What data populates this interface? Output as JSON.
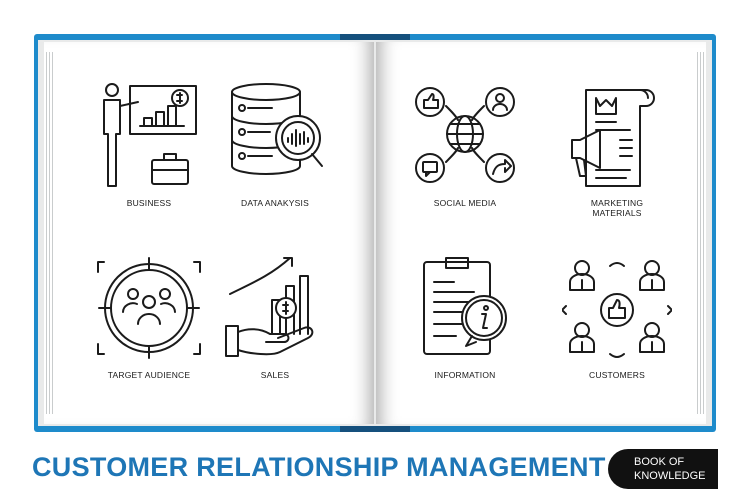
{
  "book": {
    "left_page": [
      {
        "label": "BUSINESS",
        "icon": "business-presentation-icon"
      },
      {
        "label": "DATA ANAKYSIS",
        "icon": "data-analysis-icon"
      },
      {
        "label": "TARGET AUDIENCE",
        "icon": "target-audience-icon"
      },
      {
        "label": "SALES",
        "icon": "sales-icon"
      }
    ],
    "right_page": [
      {
        "label": "SOCIAL MEDIA",
        "icon": "social-media-icon"
      },
      {
        "label": "MARKETING\nMATERIALS",
        "icon": "marketing-materials-icon"
      },
      {
        "label": "INFORMATION",
        "icon": "information-icon"
      },
      {
        "label": "CUSTOMERS",
        "icon": "customers-icon"
      }
    ]
  },
  "footer": {
    "title": "CUSTOMER RELATIONSHIP MANAGEMENT",
    "badge": "BOOK OF\nKNOWLEDGE"
  },
  "colors": {
    "cover": "#1e8bcb",
    "title": "#1e76b6",
    "badge_bg": "#111111"
  }
}
